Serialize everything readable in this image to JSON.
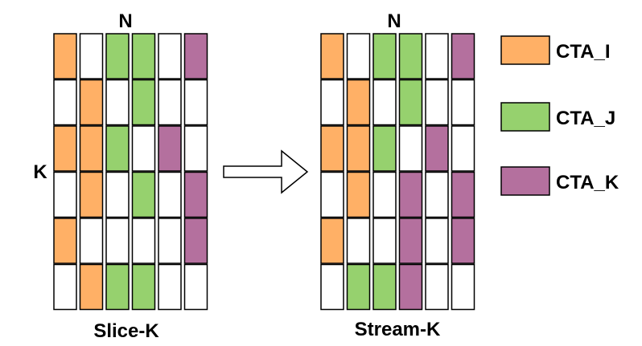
{
  "colors": {
    "cta_i": "#FFB066",
    "cta_j": "#96D16E",
    "cta_k": "#B4709E",
    "empty": "#FFFFFF",
    "border": "#000000"
  },
  "left": {
    "top_label": "N",
    "side_label": "K",
    "caption": "Slice-K",
    "grid": [
      [
        "I",
        "",
        "J",
        "J",
        "",
        "K"
      ],
      [
        "",
        "I",
        "",
        "J",
        "",
        ""
      ],
      [
        "I",
        "I",
        "J",
        "",
        "K",
        ""
      ],
      [
        "",
        "I",
        "",
        "J",
        "",
        "K"
      ],
      [
        "I",
        "",
        "",
        "",
        "",
        "K"
      ],
      [
        "",
        "I",
        "J",
        "J",
        "",
        ""
      ]
    ]
  },
  "right": {
    "top_label": "N",
    "caption": "Stream-K",
    "grid": [
      [
        "I",
        "",
        "J",
        "J",
        "",
        "K"
      ],
      [
        "",
        "I",
        "",
        "J",
        "",
        ""
      ],
      [
        "I",
        "I",
        "J",
        "",
        "K",
        ""
      ],
      [
        "",
        "I",
        "",
        "K",
        "",
        "K"
      ],
      [
        "I",
        "",
        "",
        "K",
        "",
        "K"
      ],
      [
        "",
        "J",
        "J",
        "K",
        "",
        ""
      ]
    ]
  },
  "legend": [
    {
      "key": "I",
      "label": "CTA_I"
    },
    {
      "key": "J",
      "label": "CTA_J"
    },
    {
      "key": "K",
      "label": "CTA_K"
    }
  ]
}
